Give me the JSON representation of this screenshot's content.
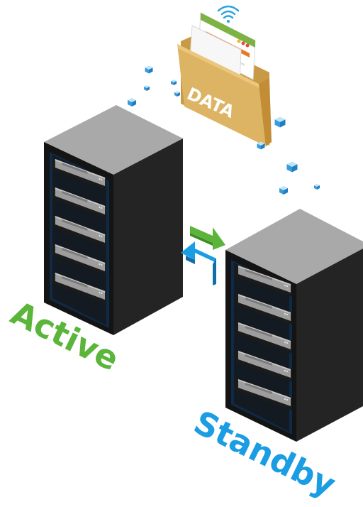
{
  "labels": {
    "folder": "DATA",
    "active": "Active",
    "standby": "Standby"
  },
  "colors": {
    "active_green": "#5bb53b",
    "standby_blue": "#1a9de3",
    "folder_gold": "#ddb463",
    "folder_gold_dark": "#c99a45",
    "rack_top": "#a9a9a9",
    "rack_dark": "#1e1e1e",
    "rack_side": "#2a2a2a",
    "tray": "#9b9b9b",
    "cube_blue": "#4aa8e0"
  },
  "icons": {
    "folder": "folder-icon",
    "wifi": "wifi-icon",
    "sync": "sync-arrows-icon",
    "rack": "server-rack-icon",
    "cube": "data-cube-icon"
  }
}
